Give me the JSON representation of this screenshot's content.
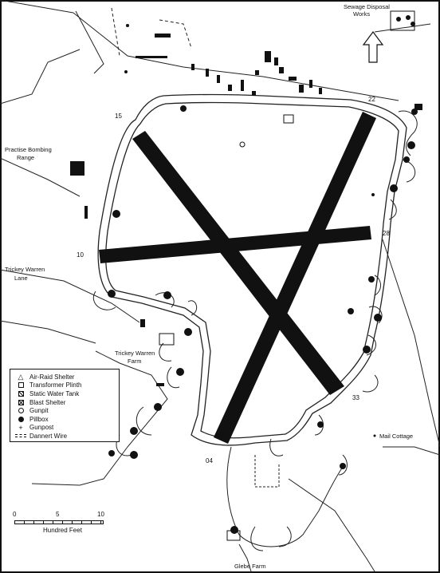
{
  "map": {
    "labels": {
      "sewage": "Sewage Disposal",
      "works": "Works",
      "practise1": "Practise Bombing",
      "practise2": "Range",
      "trickey_lane1": "Trickey Warren",
      "trickey_lane2": "Lane",
      "trickey_farm1": "Trickey Warren",
      "trickey_farm2": "Farm",
      "mail_cottage": "Mail Cottage",
      "glebe_farm": "Glebe Farm",
      "rw_15": "15",
      "rw_22": "22",
      "rw_28": "28",
      "rw_10": "10",
      "rw_33": "33",
      "rw_04": "04"
    }
  },
  "legend": {
    "items": [
      {
        "symbol": "triangle",
        "label": "Air-Raid Shelter"
      },
      {
        "symbol": "square",
        "label": "Transformer Plinth"
      },
      {
        "symbol": "hatched-square",
        "label": "Static Water Tank"
      },
      {
        "symbol": "crossed-square",
        "label": "Blast Shelter"
      },
      {
        "symbol": "circle",
        "label": "Gunpit"
      },
      {
        "symbol": "filled-circle",
        "label": "Pillbox"
      },
      {
        "symbol": "plus",
        "label": "Gunpost"
      },
      {
        "symbol": "dashed-line",
        "label": "Dannert Wire"
      }
    ]
  },
  "scale": {
    "ticks": [
      "0",
      "5",
      "10"
    ],
    "label": "Hundred Feet"
  }
}
